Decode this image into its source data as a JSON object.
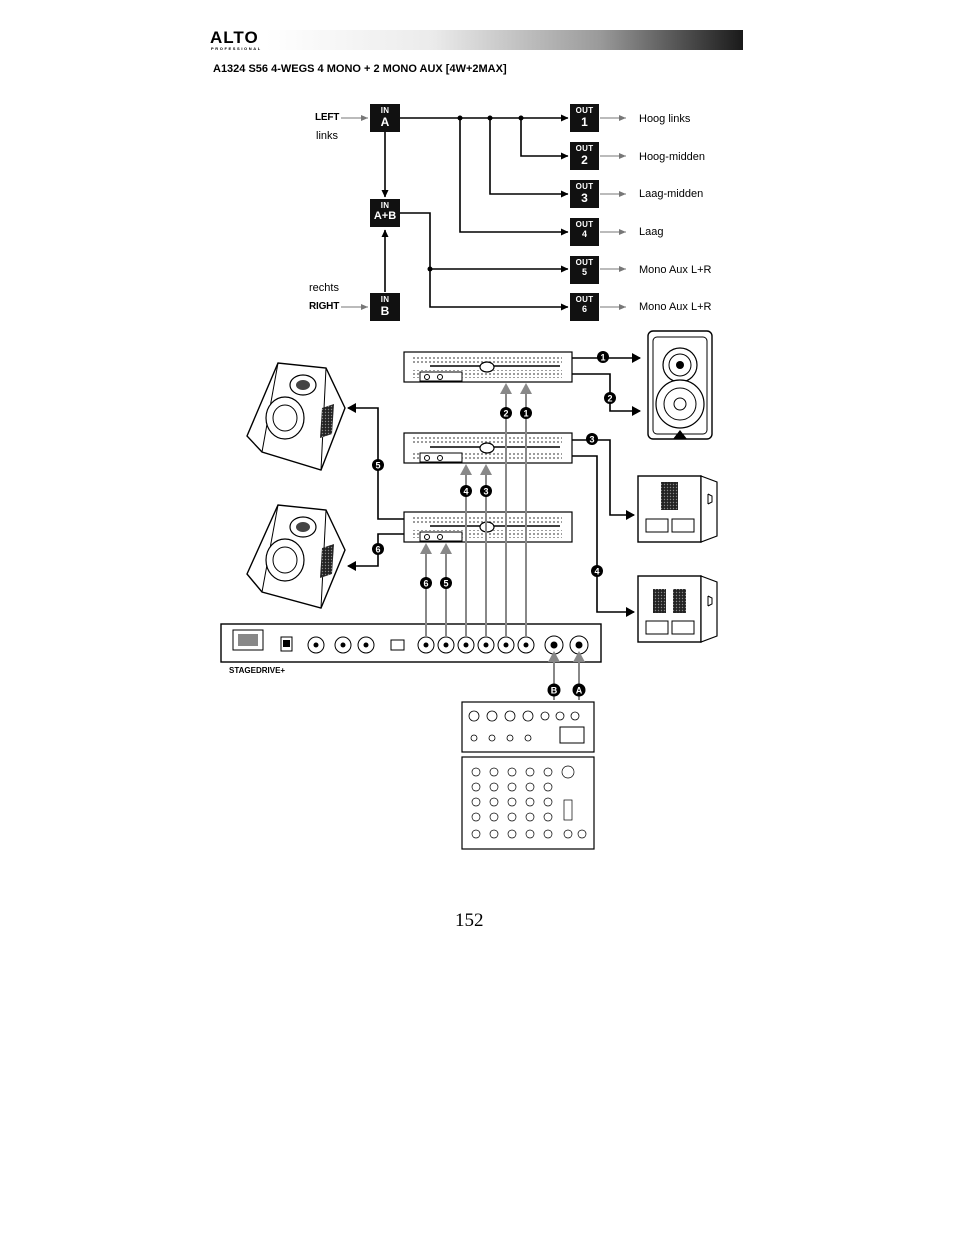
{
  "header": {
    "brand": "ALTO",
    "brand_sub": "PROFESSIONAL"
  },
  "section_title": "A1324 S56 4-WEGS 4 MONO + 2 MONO AUX [4W+2MAX]",
  "routing": {
    "inputs": {
      "left_tag": "LEFT",
      "left_label": "links",
      "right_tag": "RIGHT",
      "right_label": "rechts",
      "in_word": "IN",
      "block_a": "A",
      "block_ab": "A+B",
      "block_b": "B"
    },
    "out_word": "OUT",
    "outputs": [
      {
        "num": "1",
        "label": "Hoog links"
      },
      {
        "num": "2",
        "label": "Hoog-midden"
      },
      {
        "num": "3",
        "label": "Laag-midden"
      },
      {
        "num": "4",
        "label": "Laag"
      },
      {
        "num": "5",
        "label": "Mono Aux L+R"
      },
      {
        "num": "6",
        "label": "Mono Aux L+R"
      }
    ]
  },
  "wiring": {
    "badges": [
      "1",
      "2",
      "3",
      "4",
      "5",
      "6",
      "A",
      "B"
    ],
    "device_label": "STAGEDRIVE+"
  },
  "page_number": "152"
}
